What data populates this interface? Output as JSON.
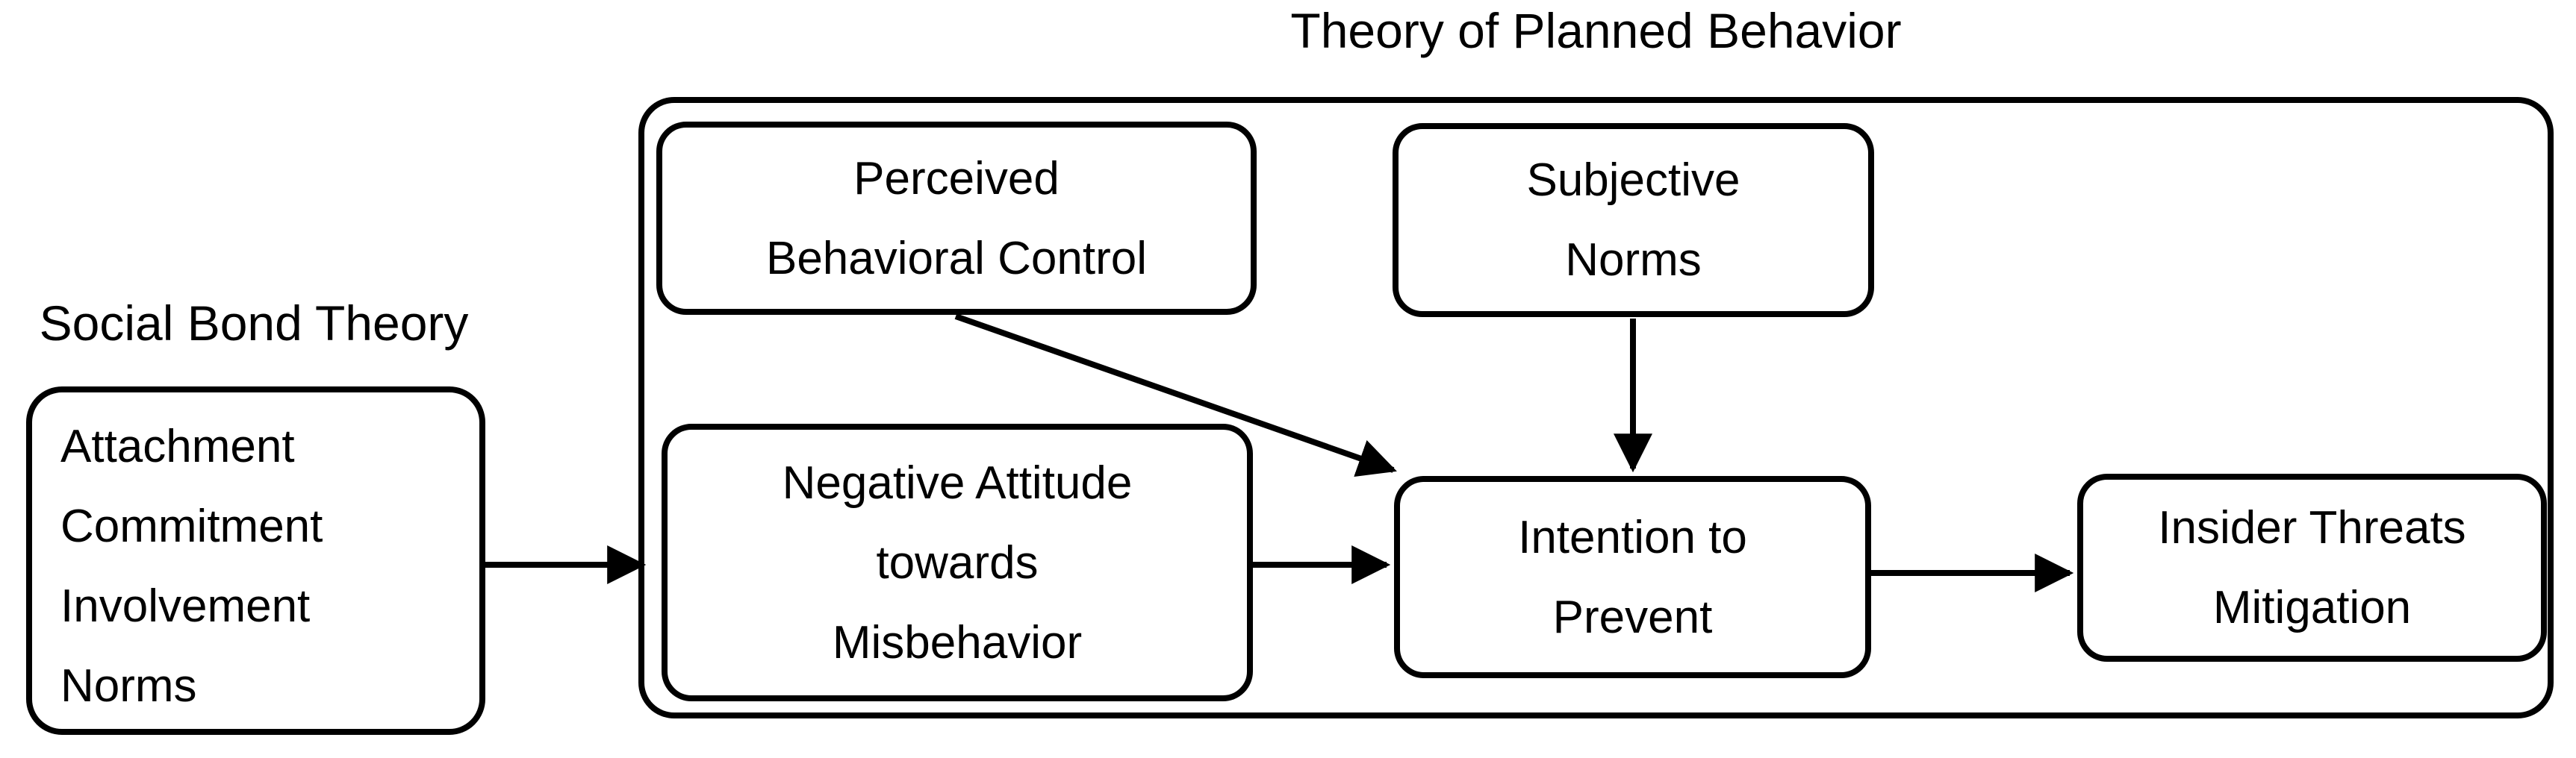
{
  "titles": {
    "theory_of_planned_behavior": "Theory of Planned Behavior",
    "social_bond_theory": "Social Bond Theory"
  },
  "nodes": {
    "social_bond_components": {
      "lines": [
        "Attachment",
        "Commitment",
        "Involvement",
        "Norms"
      ]
    },
    "perceived_behavioral_control": {
      "lines": [
        "Perceived",
        "Behavioral Control"
      ]
    },
    "subjective_norms": {
      "lines": [
        "Subjective",
        "Norms"
      ]
    },
    "negative_attitude": {
      "lines": [
        "Negative Attitude",
        "towards",
        "Misbehavior"
      ]
    },
    "intention_to_prevent": {
      "lines": [
        "Intention to",
        "Prevent"
      ]
    },
    "insider_threats_mitigation": {
      "lines": [
        "Insider Threats",
        "Mitigation"
      ]
    }
  },
  "edges": [
    {
      "from": "social_bond_components",
      "to": "negative_attitude"
    },
    {
      "from": "perceived_behavioral_control",
      "to": "intention_to_prevent"
    },
    {
      "from": "subjective_norms",
      "to": "intention_to_prevent"
    },
    {
      "from": "negative_attitude",
      "to": "intention_to_prevent"
    },
    {
      "from": "intention_to_prevent",
      "to": "insider_threats_mitigation"
    }
  ],
  "colors": {
    "ink": "#000000",
    "background": "#ffffff"
  }
}
